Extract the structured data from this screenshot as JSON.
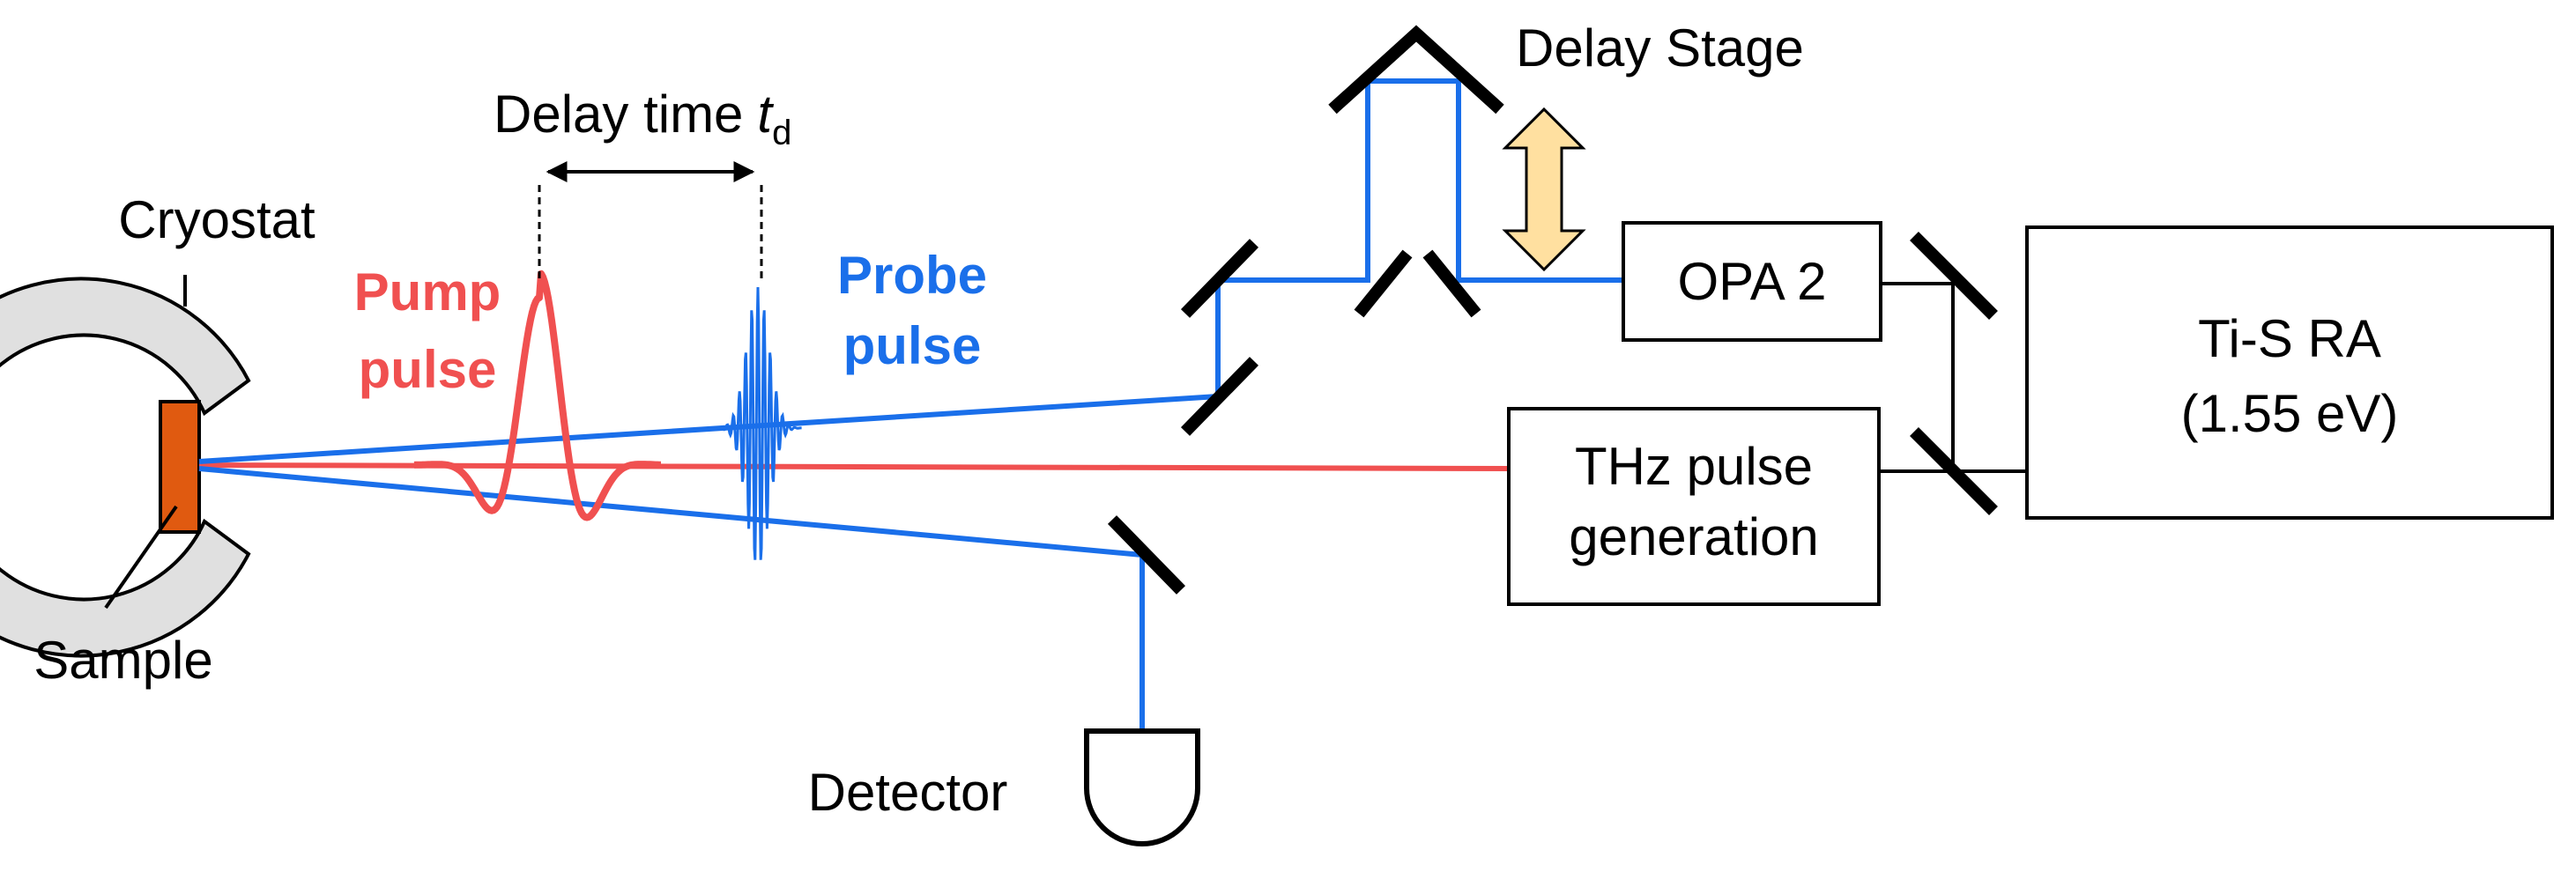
{
  "colors": {
    "pump": "#f05050",
    "probe": "#1a6fea",
    "cryostat_fill": "#e0e0e0",
    "sample": "#e05a10",
    "stage_arrow": "#ffe0a0"
  },
  "labels": {
    "cryostat": "Cryostat",
    "sample": "Sample",
    "pump_line1": "Pump",
    "pump_line2": "pulse",
    "probe_line1": "Probe",
    "probe_line2": "pulse",
    "delay_time": "Delay time",
    "delay_symbol": "t",
    "delay_subscript": "d",
    "delay_stage": "Delay Stage",
    "opa": "OPA 2",
    "thz_line1": "THz pulse",
    "thz_line2": "generation",
    "tis_line1": "Ti-S RA",
    "tis_line2": "(1.55 eV)",
    "detector": "Detector"
  }
}
